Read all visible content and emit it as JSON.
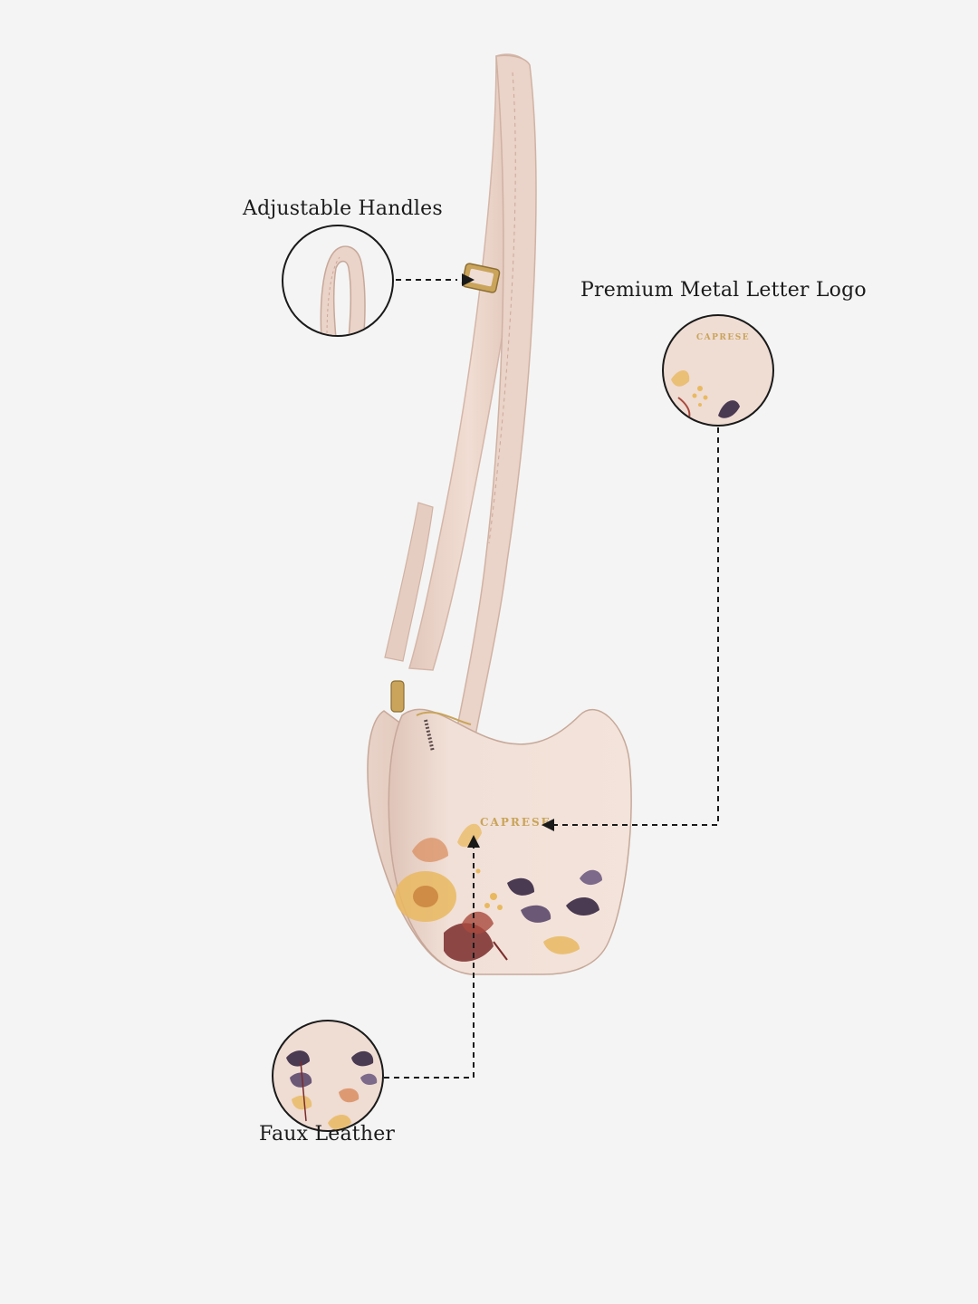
{
  "annotations": {
    "adjustable_handles": "Adjustable Handles",
    "metal_logo": "Premium Metal Letter Logo",
    "faux_leather": "Faux Leather"
  },
  "brand_logo": "CAPRESE",
  "colors": {
    "background": "#f4f4f4",
    "bag_body": "#efdcd3",
    "strap": "#ecd6cb",
    "hardware_gold": "#c9a45a",
    "leaf_plum": "#4a3a52",
    "flower_yellow": "#e9b960",
    "flower_maroon": "#7a2c2c",
    "line": "#1a1a1a"
  }
}
